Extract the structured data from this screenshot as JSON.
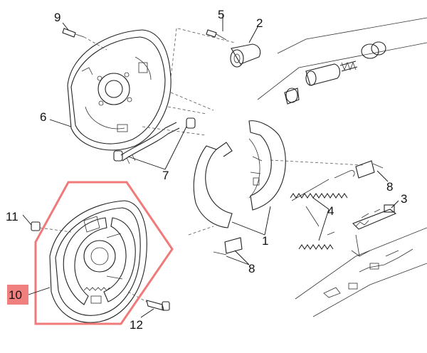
{
  "callouts": [
    {
      "id": "1",
      "text": "1"
    },
    {
      "id": "2",
      "text": "2"
    },
    {
      "id": "3",
      "text": "3"
    },
    {
      "id": "4",
      "text": "4"
    },
    {
      "id": "5",
      "text": "5"
    },
    {
      "id": "6",
      "text": "6"
    },
    {
      "id": "7",
      "text": "7"
    },
    {
      "id": "8a",
      "text": "8"
    },
    {
      "id": "8b",
      "text": "8"
    },
    {
      "id": "9",
      "text": "9"
    },
    {
      "id": "10",
      "text": "10"
    },
    {
      "id": "11",
      "text": "11"
    },
    {
      "id": "12",
      "text": "12"
    }
  ],
  "highlight": {
    "part": "10",
    "color": "#f08080",
    "label_bg": "#f08080"
  },
  "colors": {
    "line": "#222222",
    "highlight_outline": "#f07a7a"
  }
}
